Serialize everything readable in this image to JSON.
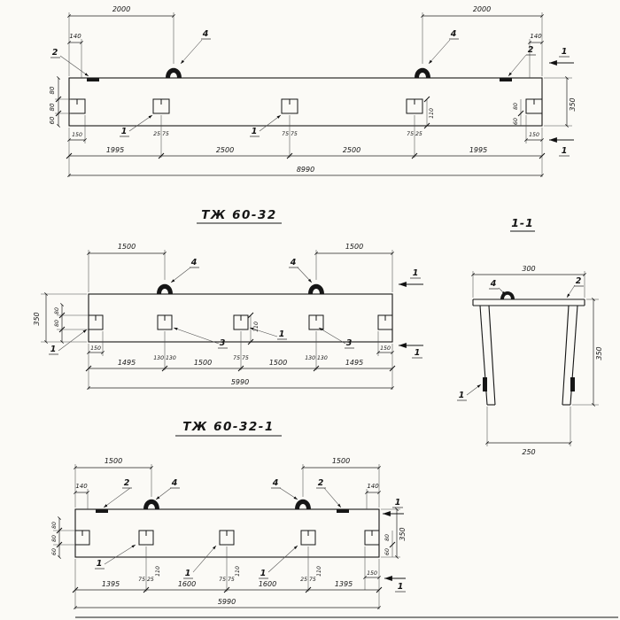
{
  "sheet": {
    "bg": "#fbfaf6",
    "ink": "#161616"
  },
  "titles": {
    "d2_title": "ТЖ 60-32",
    "d3_title": "ТЖ 60-32-1",
    "sec_title": "1-1"
  },
  "d1": {
    "span_l": "2000",
    "span_r": "2000",
    "off_l": "140",
    "off_r": "140",
    "h": "350",
    "sl1": "80",
    "sl2": "80",
    "sl3": "60",
    "sr1": "80",
    "sr2": "60",
    "a4h": "110",
    "len_l": "150",
    "len_r": "150",
    "sp2": "25 75",
    "sp3": "75 75",
    "sp4": "75 25",
    "c1": "1995",
    "c2": "2500",
    "c3": "2500",
    "c4": "1995",
    "total": "8990",
    "k_plate": "2",
    "k_loop": "4",
    "k_anchor": "1",
    "k_sec": "1"
  },
  "d2": {
    "span_l": "1500",
    "span_r": "1500",
    "h": "350",
    "s1": "80",
    "s2": "80",
    "a3h": "110",
    "len_l": "150",
    "len_r": "150",
    "sp2": "130 130",
    "sp3": "75 75",
    "sp4": "130 130",
    "c1": "1495",
    "c2": "1500",
    "c3": "1500",
    "c4": "1495",
    "total": "5990",
    "k_loop": "4",
    "k_anchor3": "3",
    "k_anchor1": "1",
    "k_sec": "1"
  },
  "sec": {
    "w_top": "300",
    "w_bot": "250",
    "h": "350",
    "k_loop": "4",
    "k_plate": "2",
    "k_anchor": "1"
  },
  "d3": {
    "span_l": "1500",
    "span_r": "1500",
    "off_l": "140",
    "off_r": "140",
    "h": "350",
    "sl1": "80",
    "sl2": "80",
    "sl3": "60",
    "sr1": "80",
    "sr2": "60",
    "h2": "110",
    "h3": "110",
    "h4": "110",
    "len_r": "150",
    "sp2": "75 25",
    "sp3": "75 75",
    "sp4": "25 75",
    "c1": "1395",
    "c2": "1600",
    "c3": "1600",
    "c4": "1395",
    "total": "5990",
    "k_plate": "2",
    "k_loop": "4",
    "k_anchor": "1",
    "k_sec": "1"
  }
}
